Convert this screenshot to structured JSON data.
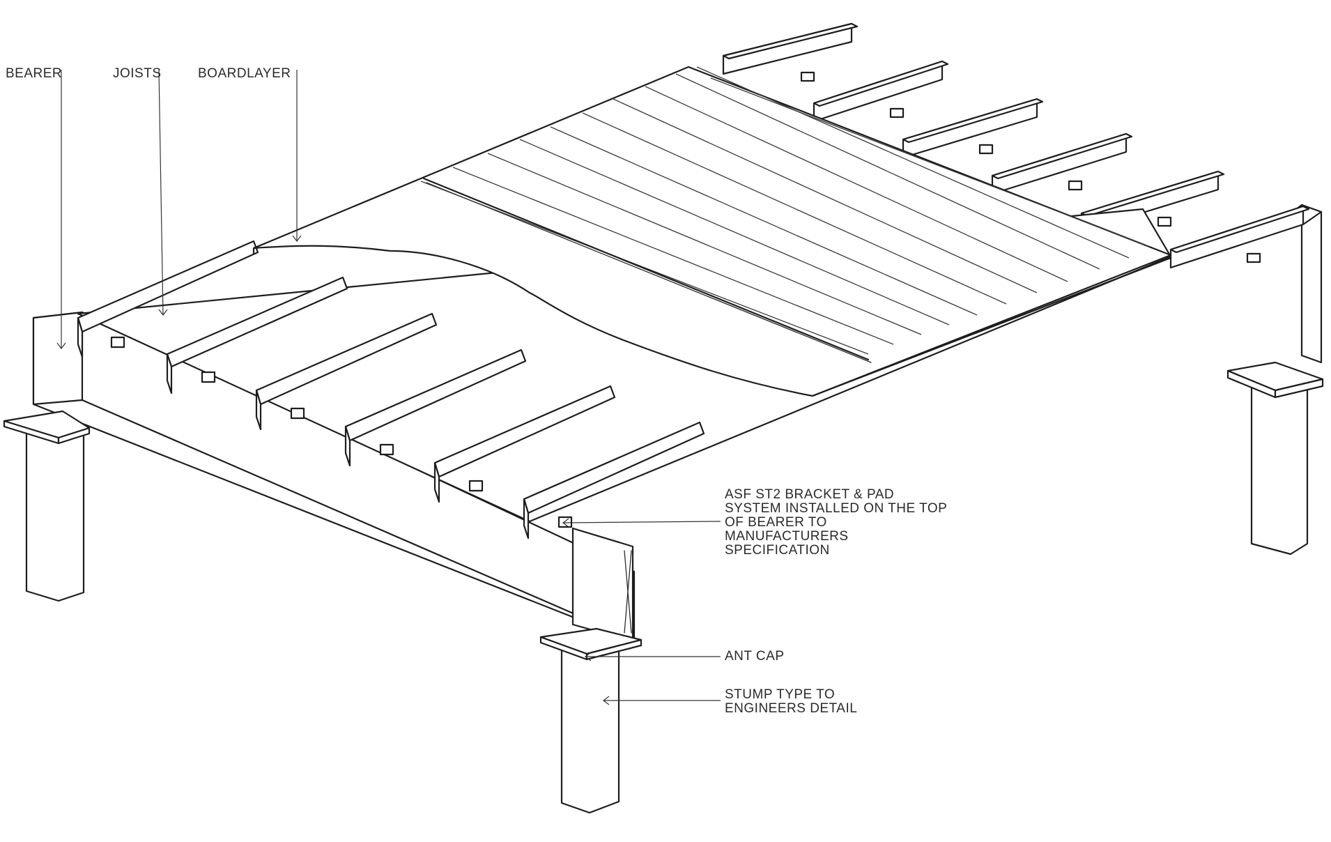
{
  "labels": {
    "bearer": "BEARER",
    "joists": "JOISTS",
    "boardlayer": "BOARDLAYER",
    "bracket_note": [
      "ASF ST2 BRACKET & PAD",
      "SYSTEM INSTALLED ON THE TOP",
      "OF BEARER TO",
      "MANUFACTURERS",
      "SPECIFICATION"
    ],
    "ant_cap": "ANT CAP",
    "stump_note": [
      "STUMP TYPE TO",
      "ENGINEERS DETAIL"
    ]
  },
  "colors": {
    "line": "#1d1d1d",
    "text": "#2a2a2a",
    "background": "#ffffff"
  }
}
